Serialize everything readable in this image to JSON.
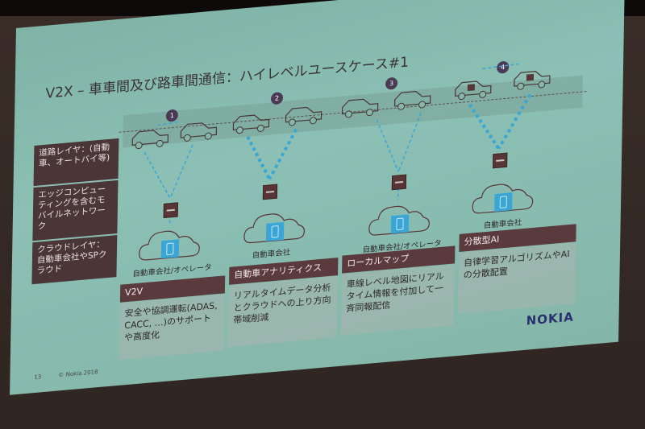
{
  "slide": {
    "title": "V2X – 車車間及び路車間通信：ハイレベルユースケース#1",
    "page_number": "13",
    "copyright": "© Nokia 2018",
    "logo": "NOKIA",
    "colors": {
      "background": "#84b6a9",
      "layer_box": "#4a3537",
      "usecase_header": "#5a3a3c",
      "arrow_blue": "#3aa6d6",
      "number_badge": "#4a3a55",
      "logo": "#2b2f6e"
    }
  },
  "layers": [
    {
      "label": "道路レイヤ：(自動車、オートバイ等)"
    },
    {
      "label": "エッジコンピューティングを含むモバイルネットワーク"
    },
    {
      "label": "クラウドレイヤ：自動車会社やSPクラウド"
    }
  ],
  "scenarios": [
    {
      "number": "1",
      "cloud_label": "自動車会社/オペレータ",
      "header": "V2V",
      "body": "安全や協調運転(ADAS, CACC, …)のサポートや高度化"
    },
    {
      "number": "2",
      "cloud_label": "自動車会社",
      "header": "自動車アナリティクス",
      "body": "リアルタイムデータ分析とクラウドへの上り方向帯域削減"
    },
    {
      "number": "3",
      "cloud_label": "自動車会社/オペレータ",
      "header": "ローカルマップ",
      "body": "車線レベル地図にリアルタイム情報を付加して一斉同報配信"
    },
    {
      "number": "4",
      "cloud_label": "自動車会社",
      "header": "分散型AI",
      "body": "自律学習アルゴリズムやAIの分散配置"
    }
  ]
}
